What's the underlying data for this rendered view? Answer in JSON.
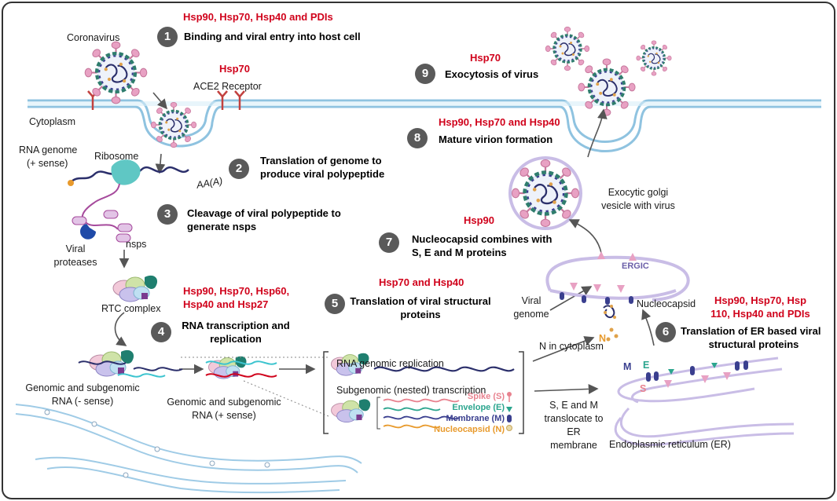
{
  "steps": [
    {
      "num": "1",
      "proteins": "Hsp90, Hsp70, Hsp40 and PDIs",
      "title": "Binding and viral entry into host cell"
    },
    {
      "num": "2",
      "proteins": "",
      "title_lines": [
        "Translation of genome to",
        "produce viral polypeptide"
      ]
    },
    {
      "num": "3",
      "proteins": "",
      "title_lines": [
        "Cleavage of viral polypeptide to",
        "generate nsps"
      ]
    },
    {
      "num": "4",
      "proteins_lines": [
        "Hsp90, Hsp70, Hsp60,",
        "Hsp40 and Hsp27"
      ],
      "title_lines": [
        "RNA transcription and",
        "replication"
      ]
    },
    {
      "num": "5",
      "proteins": "Hsp70 and Hsp40",
      "title_lines": [
        "Translation of viral structural",
        "proteins"
      ]
    },
    {
      "num": "6",
      "proteins_lines": [
        "Hsp90, Hsp70, Hsp",
        "110, Hsp40 and PDIs"
      ],
      "title_lines": [
        "Translation of ER based viral",
        "structural proteins"
      ]
    },
    {
      "num": "7",
      "proteins": "Hsp90",
      "title_lines": [
        "Nucleocapsid combines with",
        "S, E and M proteins"
      ]
    },
    {
      "num": "8",
      "proteins": "Hsp90, Hsp70 and Hsp40",
      "title": "Mature virion formation"
    },
    {
      "num": "9",
      "proteins": "Hsp70",
      "title": "Exocytosis of virus"
    }
  ],
  "labels": {
    "coronavirus": "Coronavirus",
    "ace2": "ACE2 Receptor",
    "ace2_protein": "Hsp70",
    "cytoplasm": "Cytoplasm",
    "rna_genome": [
      "RNA genome",
      "(+ sense)"
    ],
    "ribosome": "Ribosome",
    "polya": "AA(A)",
    "viral_proteases": [
      "Viral",
      "proteases"
    ],
    "nsps": "nsps",
    "rtc": "RTC complex",
    "genomic_neg": [
      "Genomic and subgenomic",
      "RNA (- sense)"
    ],
    "genomic_pos": [
      "Genomic and subgenomic",
      "RNA (+ sense)"
    ],
    "rna_genomic_replication": "RNA genomic replication",
    "subgenomic": "Subgenomic (nested) transcription",
    "viral_genome": [
      "Viral",
      "genome"
    ],
    "n_in_cytoplasm": "N in cytoplasm",
    "translocate": [
      "S, E and M",
      "translocate to",
      "ER",
      "membrane"
    ],
    "er": "Endoplasmic reticulum (ER)",
    "ergic": "ERGIC",
    "nucleocapsid": "Nucleocapsid",
    "n_letter": "N",
    "m_letter": "M",
    "e_letter": "E",
    "s_letter": "S",
    "golgi": [
      "Exocytic golgi",
      "vesicle with virus"
    ]
  },
  "legend": [
    {
      "label": "Spike (S)",
      "color": "#e8828f"
    },
    {
      "label": "Envelope (E)",
      "color": "#2ba58e"
    },
    {
      "label": "Membrane (M)",
      "color": "#3a3f8f"
    },
    {
      "label": "Nucleocapsid (N)",
      "color": "#e89a2c"
    }
  ],
  "colors": {
    "membrane": "#a9d4ea",
    "er": "#c9bde6",
    "spike": "#e8a1c3",
    "badge": "#5a5a5a",
    "accent_red": "#d0021b"
  }
}
